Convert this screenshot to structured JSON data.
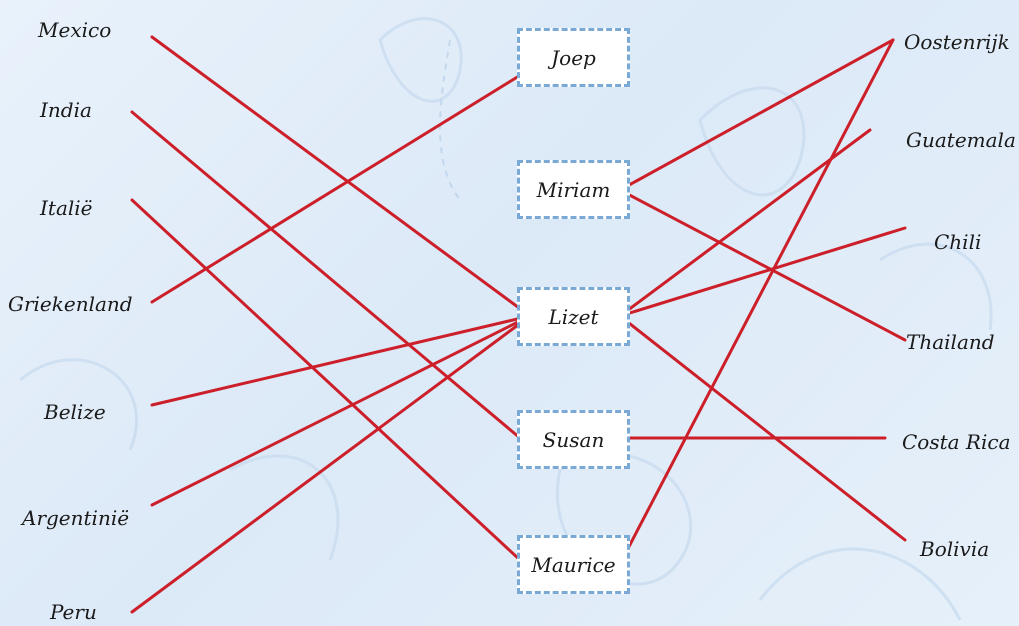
{
  "colors": {
    "connector": "#cc1f2a",
    "box_border": "#7aa9d6",
    "background": "#e3eef9"
  },
  "people": [
    "Joep",
    "Miriam",
    "Lizet",
    "Susan",
    "Maurice"
  ],
  "left_countries": [
    "Mexico",
    "India",
    "Italië",
    "Griekenland",
    "Belize",
    "Argentinië",
    "Peru"
  ],
  "right_countries": [
    "Oostenrijk",
    "Guatemala",
    "Chili",
    "Thailand",
    "Costa Rica",
    "Bolivia"
  ],
  "connections": [
    {
      "country": "Mexico",
      "person": "Lizet"
    },
    {
      "country": "India",
      "person": "Susan"
    },
    {
      "country": "Italië",
      "person": "Maurice"
    },
    {
      "country": "Griekenland",
      "person": "Joep"
    },
    {
      "country": "Belize",
      "person": "Lizet"
    },
    {
      "country": "Argentinië",
      "person": "Lizet"
    },
    {
      "country": "Peru",
      "person": "Lizet"
    },
    {
      "country": "Oostenrijk",
      "person": "Miriam"
    },
    {
      "country": "Oostenrijk",
      "person": "Maurice"
    },
    {
      "country": "Guatemala",
      "person": "Lizet"
    },
    {
      "country": "Chili",
      "person": "Lizet"
    },
    {
      "country": "Thailand",
      "person": "Miriam"
    },
    {
      "country": "Costa Rica",
      "person": "Susan"
    },
    {
      "country": "Bolivia",
      "person": "Lizet"
    }
  ]
}
